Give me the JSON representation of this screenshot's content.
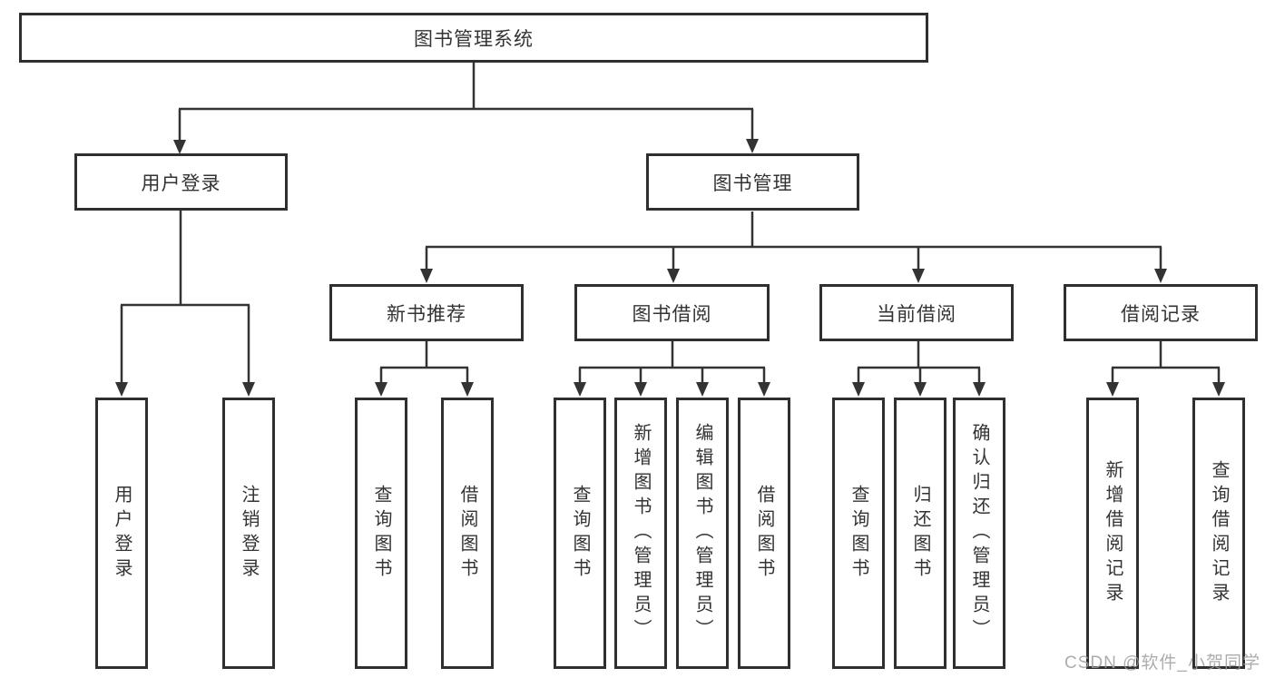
{
  "diagram": {
    "root": {
      "label": "图书管理系统"
    },
    "level2": {
      "user_login": {
        "label": "用户登录"
      },
      "book_management": {
        "label": "图书管理"
      }
    },
    "level3": {
      "new_book": {
        "label": "新书推荐"
      },
      "book_borrow": {
        "label": "图书借阅"
      },
      "current_borrow": {
        "label": "当前借阅"
      },
      "borrow_records": {
        "label": "借阅记录"
      }
    },
    "leaves": {
      "user_login": [
        "用户登录",
        "注销登录"
      ],
      "new_book": [
        "查询图书",
        "借阅图书"
      ],
      "book_borrow": [
        "查询图书",
        "新增图书（管理员）",
        "编辑图书（管理员）",
        "借阅图书"
      ],
      "current": [
        "查询图书",
        "归还图书",
        "确认归还（管理员）"
      ],
      "records": [
        "新增借阅记录",
        "查询借阅记录"
      ]
    }
  },
  "watermark": {
    "text": "CSDN @软件_小贺同学"
  },
  "colors": {
    "line": "#333333",
    "box_border": "#2f2f2f",
    "text": "#333333",
    "watermark": "#9e9e9e",
    "background": "#ffffff"
  }
}
